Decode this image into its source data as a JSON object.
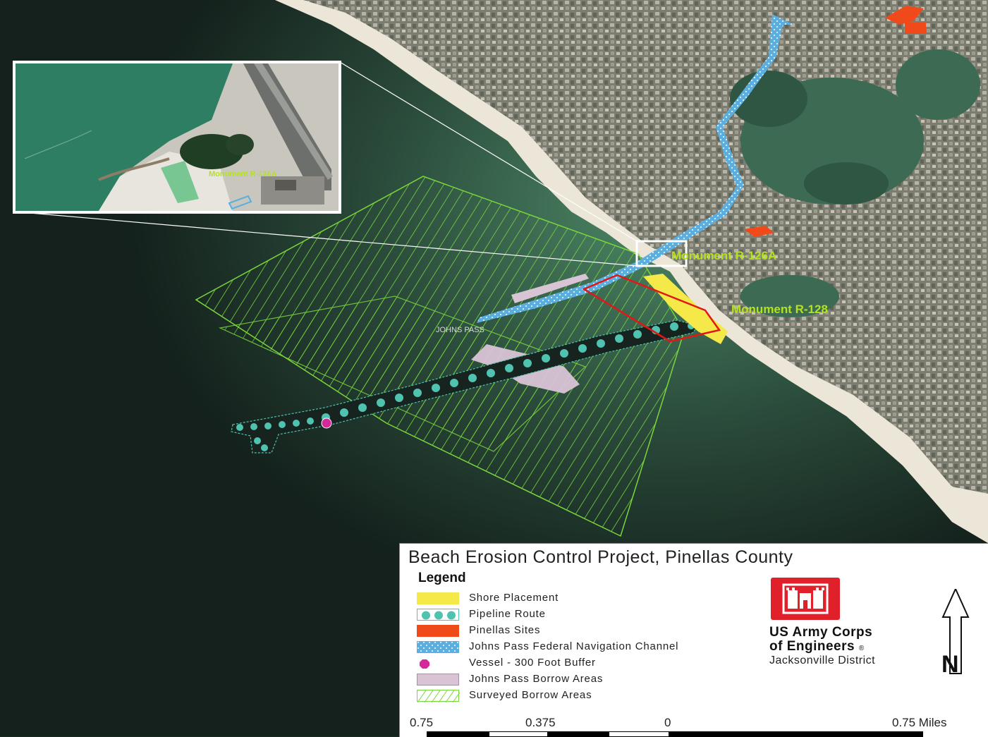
{
  "map": {
    "inset_label": "Monument R-126A",
    "labels": {
      "monument_126a": "Monument R-126A",
      "monument_128": "Monument R-128",
      "johns_pass": "JOHNS PASS"
    }
  },
  "legend": {
    "title": "Beach Erosion Control Project, Pinellas County",
    "heading": "Legend",
    "items": [
      {
        "label": "Shore Placement",
        "color": "#f5e94a"
      },
      {
        "label": "Pipeline Route",
        "color": "#4fc3b0"
      },
      {
        "label": "Pinellas Sites",
        "color": "#f04a1a"
      },
      {
        "label": "Johns Pass Federal Navigation Channel",
        "color": "#5aaee0"
      },
      {
        "label": "Vessel - 300 Foot Buffer",
        "color": "#d6289a"
      },
      {
        "label": "Johns Pass Borrow Areas",
        "color": "#d9c4d6"
      },
      {
        "label": "Surveyed Borrow Areas",
        "color": "#7ad63c"
      }
    ]
  },
  "agency": {
    "name_line1": "US Army Corps",
    "name_line2": "of Engineers",
    "registered_mark": "®",
    "district": "Jacksonville District"
  },
  "north_arrow": {
    "letter": "N"
  },
  "scale_bar": {
    "labels": [
      "0.75",
      "0.375",
      "0",
      "0.75 Miles"
    ]
  },
  "colors": {
    "water_deep": "#14211c",
    "water_shallow": "#3f7a5c",
    "beach": "#ece6d8",
    "land": "#6f7467",
    "channel": "#5aaee0",
    "survey": "#7ad63c",
    "pipeline": "#4fc3b0",
    "monument_label": "#b4e21e",
    "boundary": "#e01818"
  }
}
